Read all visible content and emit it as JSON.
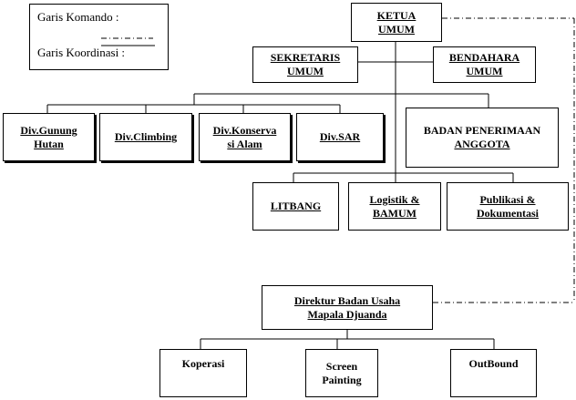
{
  "legend": {
    "command_label": "Garis Komando :",
    "coordination_label": "Garis Koordinasi :"
  },
  "nodes": {
    "ketua": [
      "KETUA",
      "UMUM"
    ],
    "sekretaris": [
      "SEKRETARIS",
      "UMUM"
    ],
    "bendahara": [
      "BENDAHARA",
      "UMUM"
    ],
    "div_gunung": [
      "Div.Gunung",
      "Hutan"
    ],
    "div_climbing": [
      "Div.Climbing"
    ],
    "div_konservasi": [
      "Div.Konserva",
      "si Alam"
    ],
    "div_sar": [
      "Div.SAR"
    ],
    "badan_penerimaan": [
      "BADAN PENERIMAAN",
      "ANGGOTA"
    ],
    "litbang": [
      "LITBANG"
    ],
    "logistik": [
      "Logistik &",
      "BAMUM"
    ],
    "publikasi": [
      "Publikasi &",
      "Dokumentasi"
    ],
    "direktur": [
      "Direktur Badan Usaha",
      "Mapala Djuanda"
    ],
    "koperasi": [
      "Koperasi"
    ],
    "screen_painting": [
      "Screen",
      "Painting"
    ],
    "outbound": [
      "OutBound"
    ]
  }
}
